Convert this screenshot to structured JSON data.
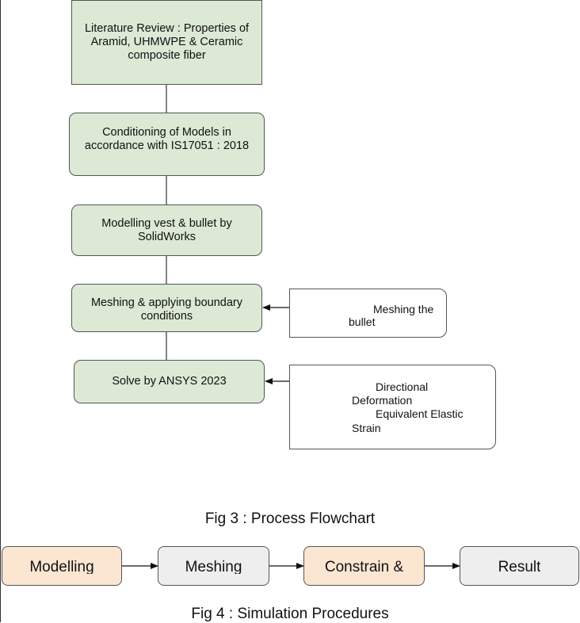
{
  "flowchart": {
    "steps": [
      {
        "text": "Literature Review : Properties of Aramid, UHMWPE & Ceramic composite fiber"
      },
      {
        "text": "Conditioning of Models in accordance with IS17051 : 2018"
      },
      {
        "text": "Modelling vest & bullet by SolidWorks"
      },
      {
        "text": "Meshing & applying boundary conditions"
      },
      {
        "text": "Solve by ANSYS 2023"
      }
    ],
    "notes": [
      {
        "line1": "Meshing the",
        "line2": "bullet"
      },
      {
        "line1": "Directional",
        "line2": "Deformation",
        "line3": "Equivalent Elastic",
        "line4": "Strain"
      }
    ],
    "caption": "Fig 3 : Process Flowchart"
  },
  "procedure": {
    "steps": [
      {
        "text": "Modelling",
        "fill": "#fbe6d2"
      },
      {
        "text": "Meshing",
        "fill": "#eeeeee"
      },
      {
        "text": "Constrain &",
        "fill": "#fbe6d2"
      },
      {
        "text": "Result",
        "fill": "#eeeeee"
      }
    ],
    "caption": "Fig 4 : Simulation Procedures"
  },
  "colors": {
    "step_fill": "#dce9d5",
    "border": "#555555",
    "arrow": "#111111"
  }
}
